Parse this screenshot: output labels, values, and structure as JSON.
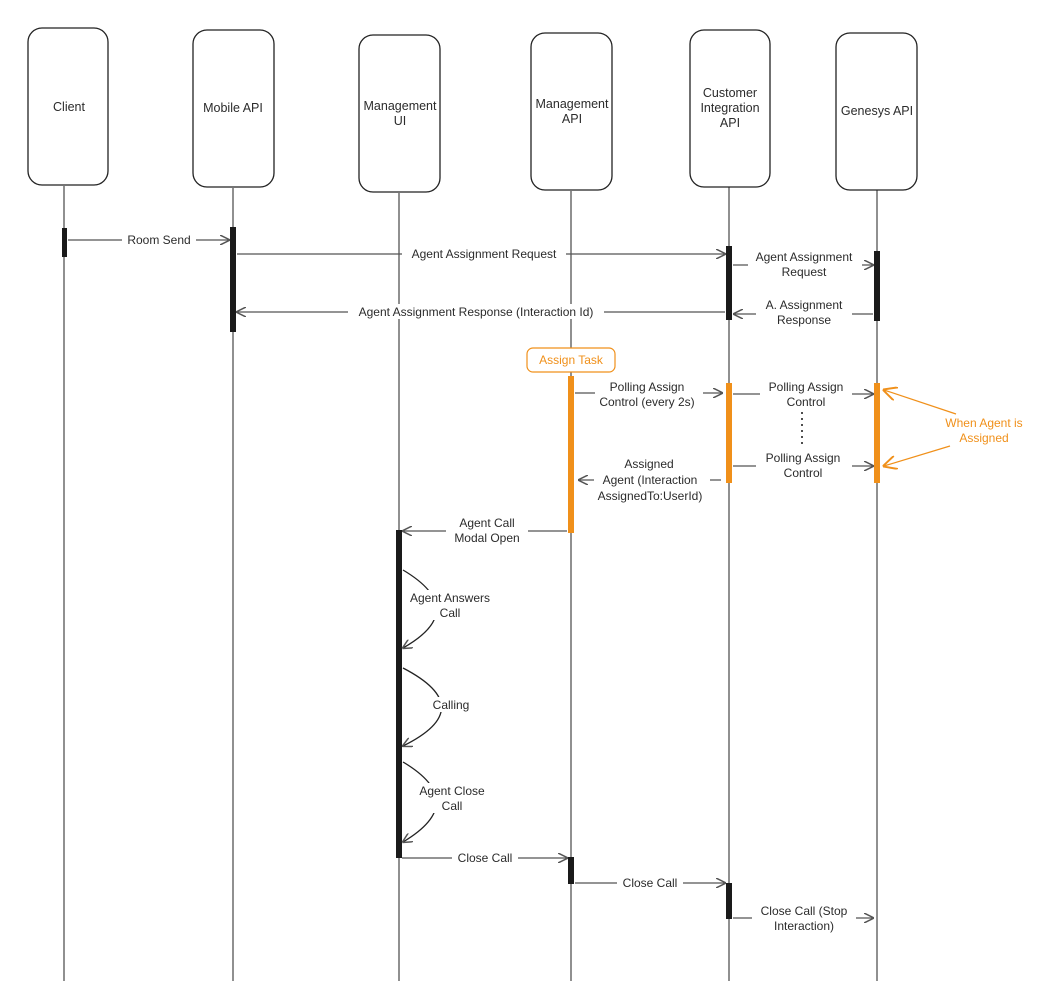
{
  "actors": [
    {
      "id": "client",
      "label": [
        "Client"
      ]
    },
    {
      "id": "mobile",
      "label": [
        "Mobile API"
      ]
    },
    {
      "id": "mgmt_ui",
      "label": [
        "Management",
        "UI"
      ]
    },
    {
      "id": "mgmt_api",
      "label": [
        "Management",
        "API"
      ]
    },
    {
      "id": "cia",
      "label": [
        "Customer",
        "Integration",
        "API"
      ]
    },
    {
      "id": "genesys",
      "label": [
        "Genesys API"
      ]
    }
  ],
  "messages": {
    "room_send": "Room Send",
    "agent_assignment_request": "Agent Assignment Request",
    "agent_assignment_request_2": [
      "Agent Assignment",
      "Request"
    ],
    "assignment_response": [
      "A. Assignment",
      "Response"
    ],
    "agent_assignment_response": "Agent Assignment Response (Interaction Id)",
    "polling_assign_control_every": [
      "Polling Assign",
      "Control (every 2s)"
    ],
    "polling_assign_control_1": [
      "Polling Assign",
      "Control"
    ],
    "polling_assign_control_2": [
      "Polling Assign",
      "Control"
    ],
    "assigned_agent": [
      "Assigned",
      "Agent (Interaction",
      "AssignedTo:UserId)"
    ],
    "agent_call_modal_open": [
      "Agent Call",
      "Modal Open"
    ],
    "agent_answers_call": [
      "Agent Answers",
      "Call"
    ],
    "calling": [
      "Calling"
    ],
    "agent_close_call": [
      "Agent Close",
      "Call"
    ],
    "close_call_1": "Close Call",
    "close_call_2": "Close Call",
    "close_call_stop": [
      "Close Call (Stop",
      "Interaction)"
    ]
  },
  "annotations": {
    "assign_task": "Assign Task",
    "when_agent_assigned": [
      "When Agent is",
      "Assigned"
    ]
  },
  "colors": {
    "accent": "#f0901a",
    "line": "#1a1a1a",
    "arrow": "#555555"
  }
}
